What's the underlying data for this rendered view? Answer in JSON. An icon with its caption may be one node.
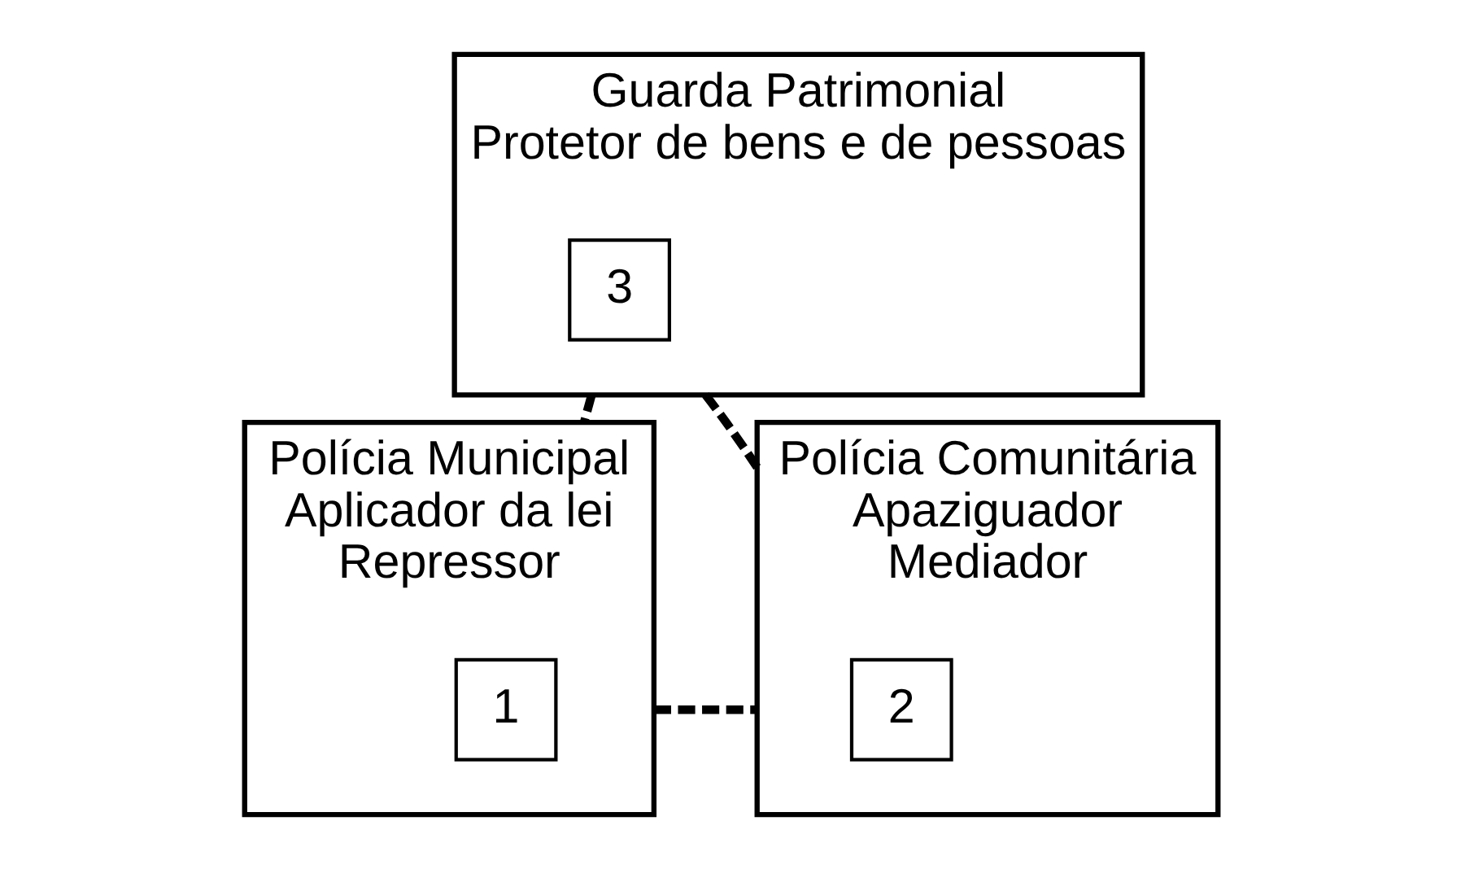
{
  "diagram": {
    "nodes": [
      {
        "text": [
          "Guarda Patrimonial",
          "Protetor de bens e de pessoas"
        ]
      },
      {
        "text": [
          "3"
        ],
        "in": 0
      },
      {
        "text": [
          "Polícia Municipal",
          "Aplicador da lei",
          "Repressor"
        ]
      },
      {
        "text": [
          "1"
        ],
        "in": 2
      },
      {
        "text": [
          "Polícia Comunitária",
          "Apaziguador",
          "Mediador"
        ]
      },
      {
        "text": [
          "2"
        ],
        "in": 4
      }
    ],
    "edges": [
      {
        "from": 0,
        "to": 2,
        "arrow": "none",
        "style": "dashed"
      },
      {
        "from": 0,
        "to": 4,
        "arrow": "none",
        "style": "dashed"
      },
      {
        "from": 2,
        "to": 4,
        "arrow": "none",
        "style": "dashed"
      }
    ]
  }
}
